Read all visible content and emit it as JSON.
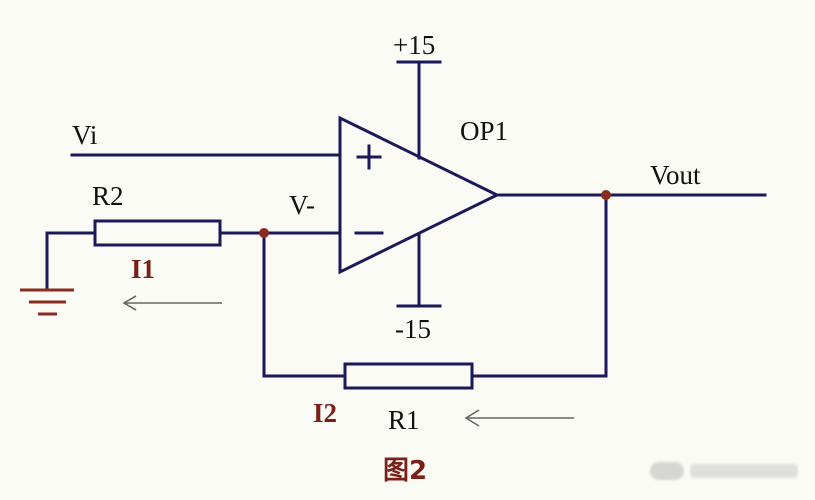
{
  "diagram": {
    "labels": {
      "pos_supply": "+15",
      "neg_supply": "-15",
      "opamp_name": "OP1",
      "plus_sign": "+",
      "minus_sign": "−",
      "vi": "Vi",
      "v_minus": "V-",
      "vout": "Vout",
      "r2": "R2",
      "r1": "R1",
      "i1": "I1",
      "i2": "I2"
    },
    "caption": "图2",
    "colors": {
      "wire": "#1a1a5a",
      "ground": "#8b2d1e",
      "junction_dot": "#8b2d1e",
      "current_label": "#7a2019",
      "background": "#fbfbf6"
    },
    "watermark_icon": "wechat-watermark-icon"
  }
}
